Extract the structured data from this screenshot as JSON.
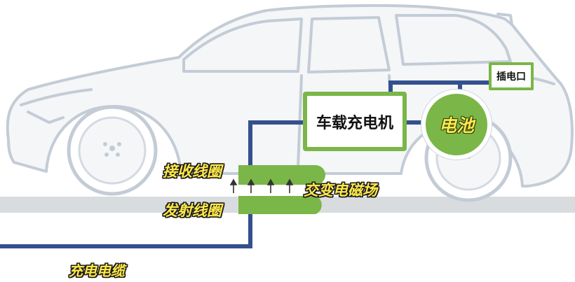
{
  "labels": {
    "onboard_charger": "车载充电机",
    "battery": "电池",
    "charging_port": "插电口",
    "receiving_coil": "接收线圈",
    "transmitting_coil": "发射线圈",
    "alternating_magnetic_field": "交变电磁场",
    "charging_cable": "充电电缆"
  },
  "colors": {
    "cable": "#34508f",
    "coil": "#7ab648",
    "accent_text": "#ffe94a",
    "ground": "#d9dcdf",
    "car_outline": "#c3ccd6"
  },
  "icons": [
    "car-outline",
    "field-arrow"
  ]
}
